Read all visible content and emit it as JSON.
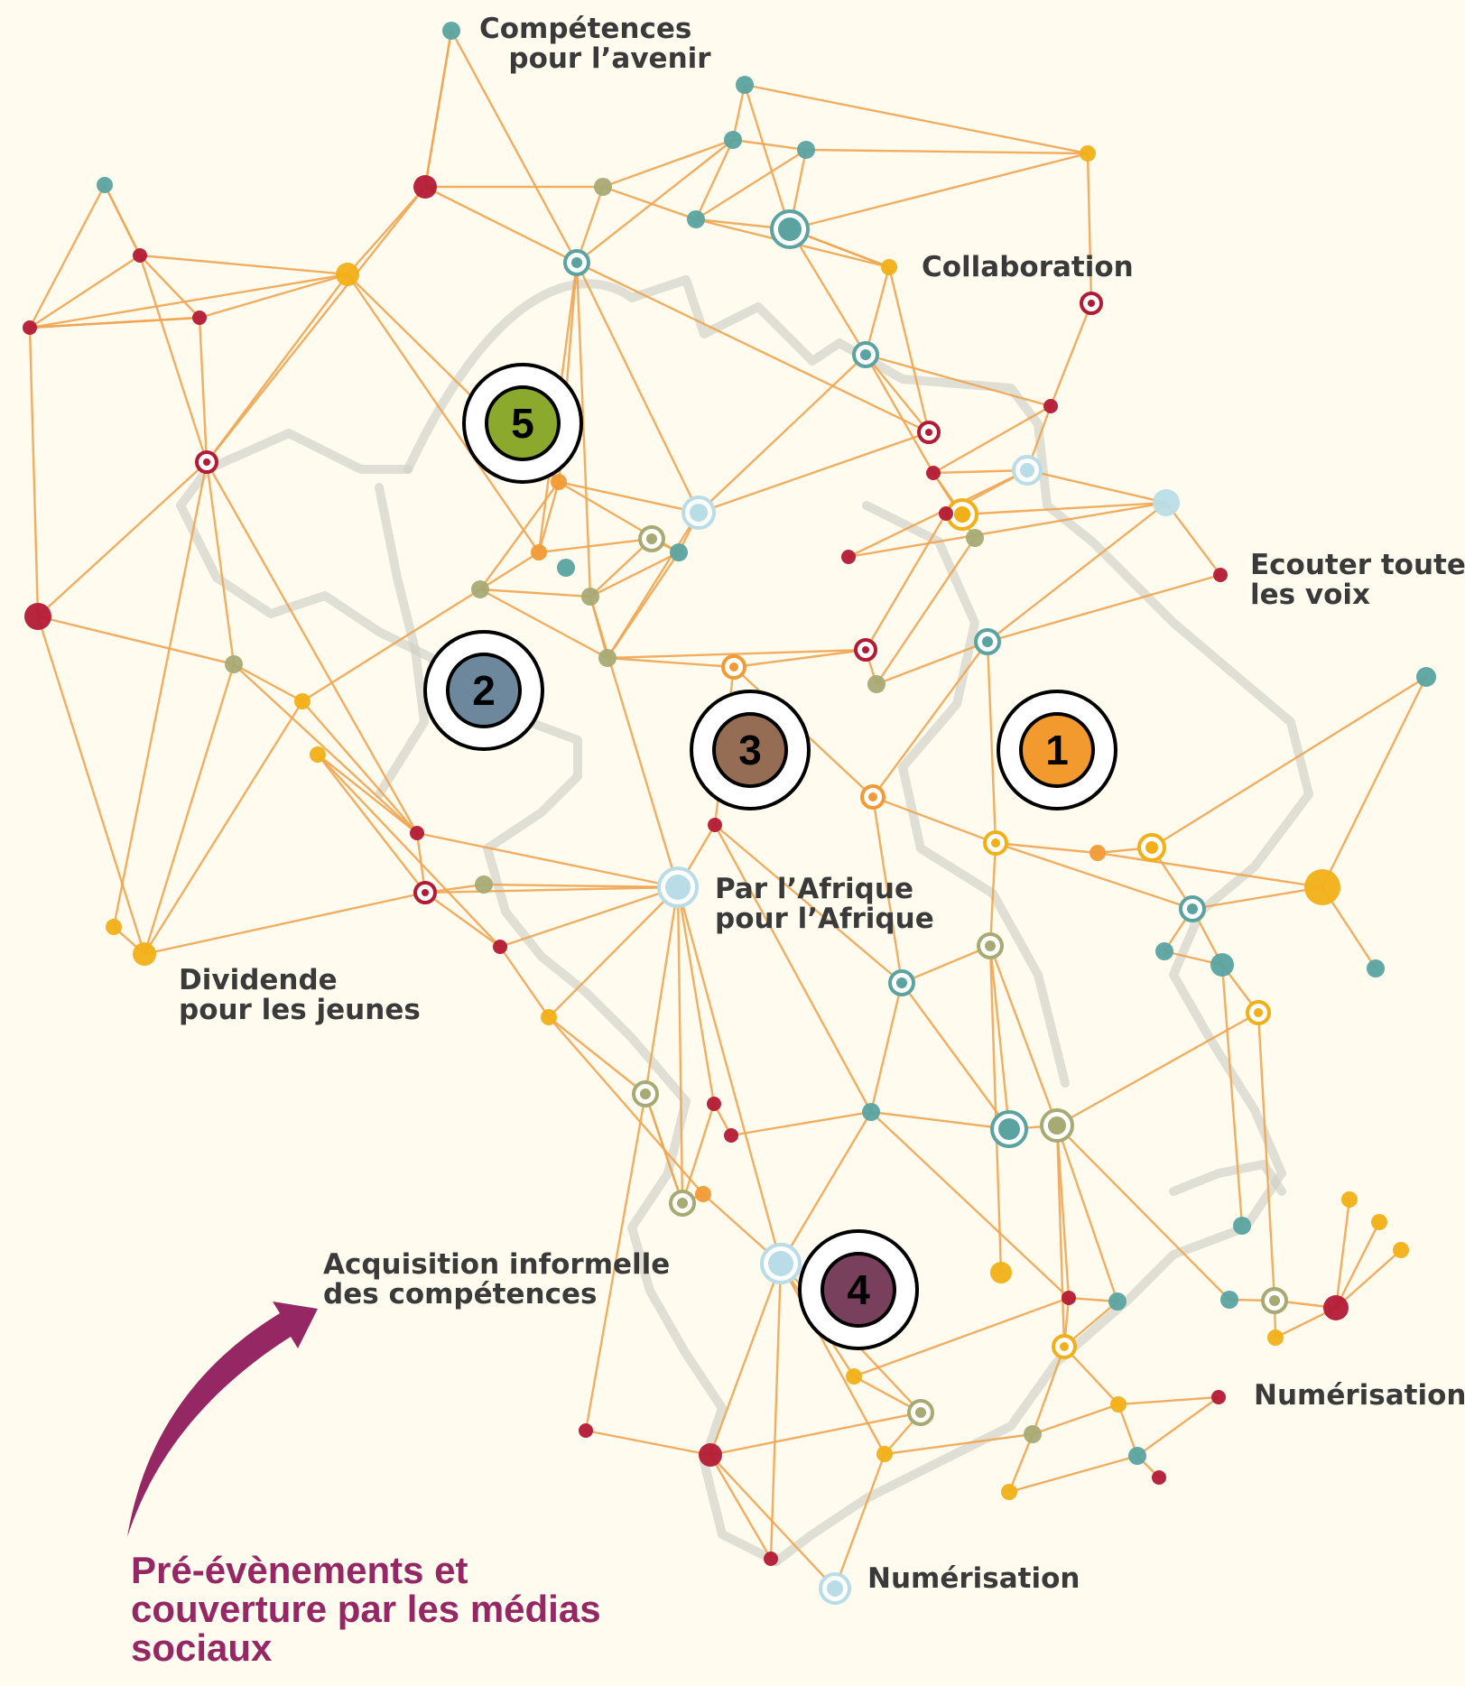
{
  "labels": {
    "competences": "Compétences\n   pour l’avenir",
    "collaboration": "Collaboration",
    "ecouter": "Ecouter toutes\nles voix",
    "par_afrique": "Par l’Afrique\npour l’Afrique",
    "dividende": "Dividende\npour les jeunes",
    "acquisition": "Acquisition informelle\ndes compétences",
    "numerisation_right": "Numérisation",
    "numerisation_bottom": "Numérisation"
  },
  "badges": [
    {
      "number": "1",
      "color": "#f29a2e"
    },
    {
      "number": "2",
      "color": "#6d889c"
    },
    {
      "number": "3",
      "color": "#956c54"
    },
    {
      "number": "4",
      "color": "#78405c"
    },
    {
      "number": "5",
      "color": "#8ba92c"
    }
  ],
  "caption": {
    "line1": "Pré-évènements et",
    "line2": "couverture par les médias",
    "line3": "sociaux"
  },
  "colors": {
    "background": "#fffbee",
    "edge": "#f0a652",
    "map_outline": "#cfcfc8",
    "caption": "#952764",
    "teal": "#5aa3a0",
    "red": "#b31a34",
    "yellow": "#f2b017",
    "light_blue": "#b9dde6",
    "olive": "#a8aa74",
    "orange": "#f19a36"
  }
}
